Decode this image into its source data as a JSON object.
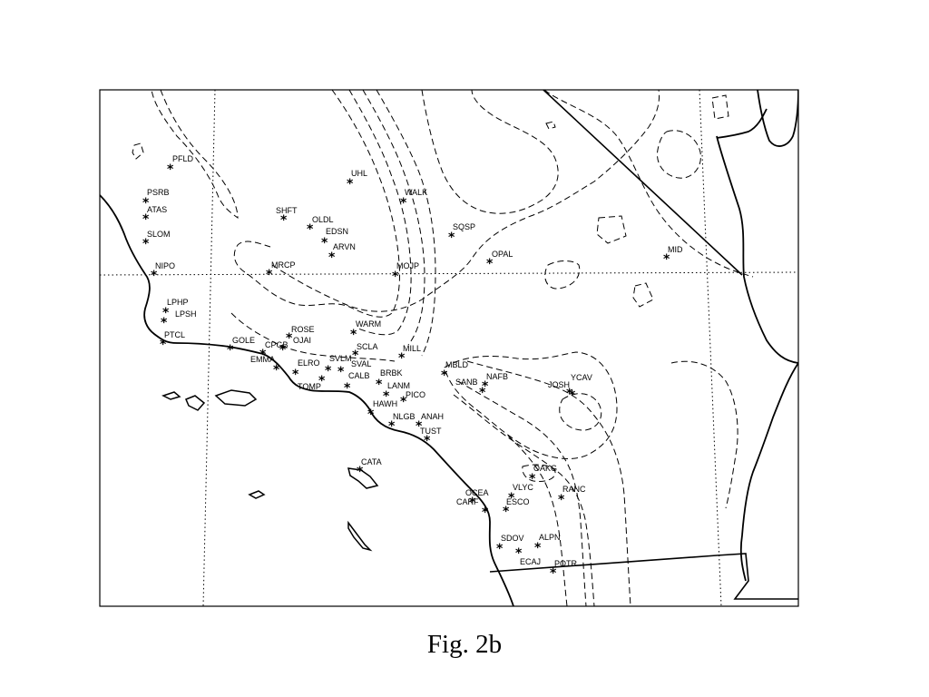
{
  "figure": {
    "caption": "Fig. 2b"
  },
  "map_data": {
    "marker_symbol": "*",
    "stations": [
      "PFLD",
      "PSRB",
      "ATAS",
      "SLOM",
      "NIPO",
      "LPHP",
      "LPSH",
      "PTCL",
      "UHL",
      "WALK",
      "SHFT",
      "OLDL",
      "EDSN",
      "ARVN",
      "SQSP",
      "OPAL",
      "MID",
      "MRCP",
      "MOJP",
      "GOLE",
      "ROSE",
      "OJAI",
      "WARM",
      "CPGB",
      "EMMA",
      "SCLA",
      "MILL",
      "SVLM",
      "SVAL",
      "ELRO",
      "CALB",
      "BRBK",
      "TOMP",
      "LANM",
      "PICO",
      "HAWH",
      "MBLD",
      "SANB",
      "NAFB",
      "JOSH",
      "YCAV",
      "NLGB",
      "ANAH",
      "TUST",
      "CATA",
      "OAKG",
      "VLYC",
      "OCEA",
      "CARF",
      "ESCO",
      "RANC",
      "SDOV",
      "ALPN",
      "ECAJ",
      "POTR"
    ]
  }
}
